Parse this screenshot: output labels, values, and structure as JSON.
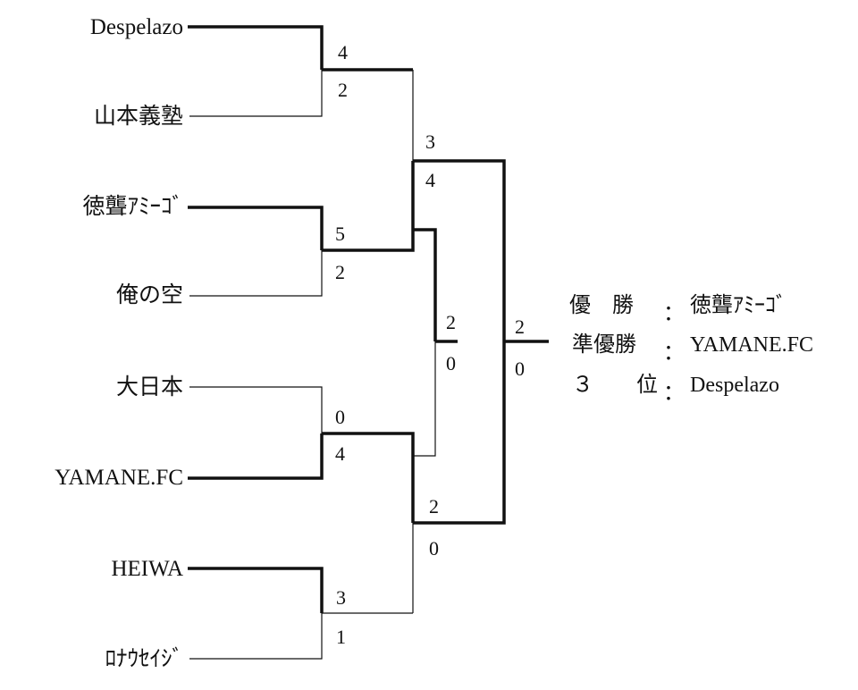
{
  "bracket": {
    "teams": [
      "Despelazo",
      "山本義塾",
      "徳聾ｱﾐｰｺﾞ",
      "俺の空",
      "大日本",
      "YAMANE.FC",
      "HEIWA",
      "ﾛﾅｳｾｲｼﾞ"
    ],
    "round1_scores": [
      {
        "top": "4",
        "bottom": "2"
      },
      {
        "top": "5",
        "bottom": "2"
      },
      {
        "top": "0",
        "bottom": "4"
      },
      {
        "top": "3",
        "bottom": "1"
      }
    ],
    "semifinal_scores": [
      {
        "top": "3",
        "bottom": "4"
      },
      {
        "top": "2",
        "bottom": "0"
      }
    ],
    "third_place_score": {
      "top": "2",
      "bottom": "0"
    },
    "final_score": {
      "top": "2",
      "bottom": "0"
    }
  },
  "results": {
    "champion_label": "優　勝",
    "champion": "徳聾ｱﾐｰｺﾞ",
    "runner_up_label": "準優勝",
    "runner_up": "YAMANE.FC",
    "third_label": "３　　位",
    "third": "Despelazo",
    "separator": "："
  },
  "colors": {
    "line": "#111111",
    "text": "#111111",
    "background": "#ffffff"
  }
}
